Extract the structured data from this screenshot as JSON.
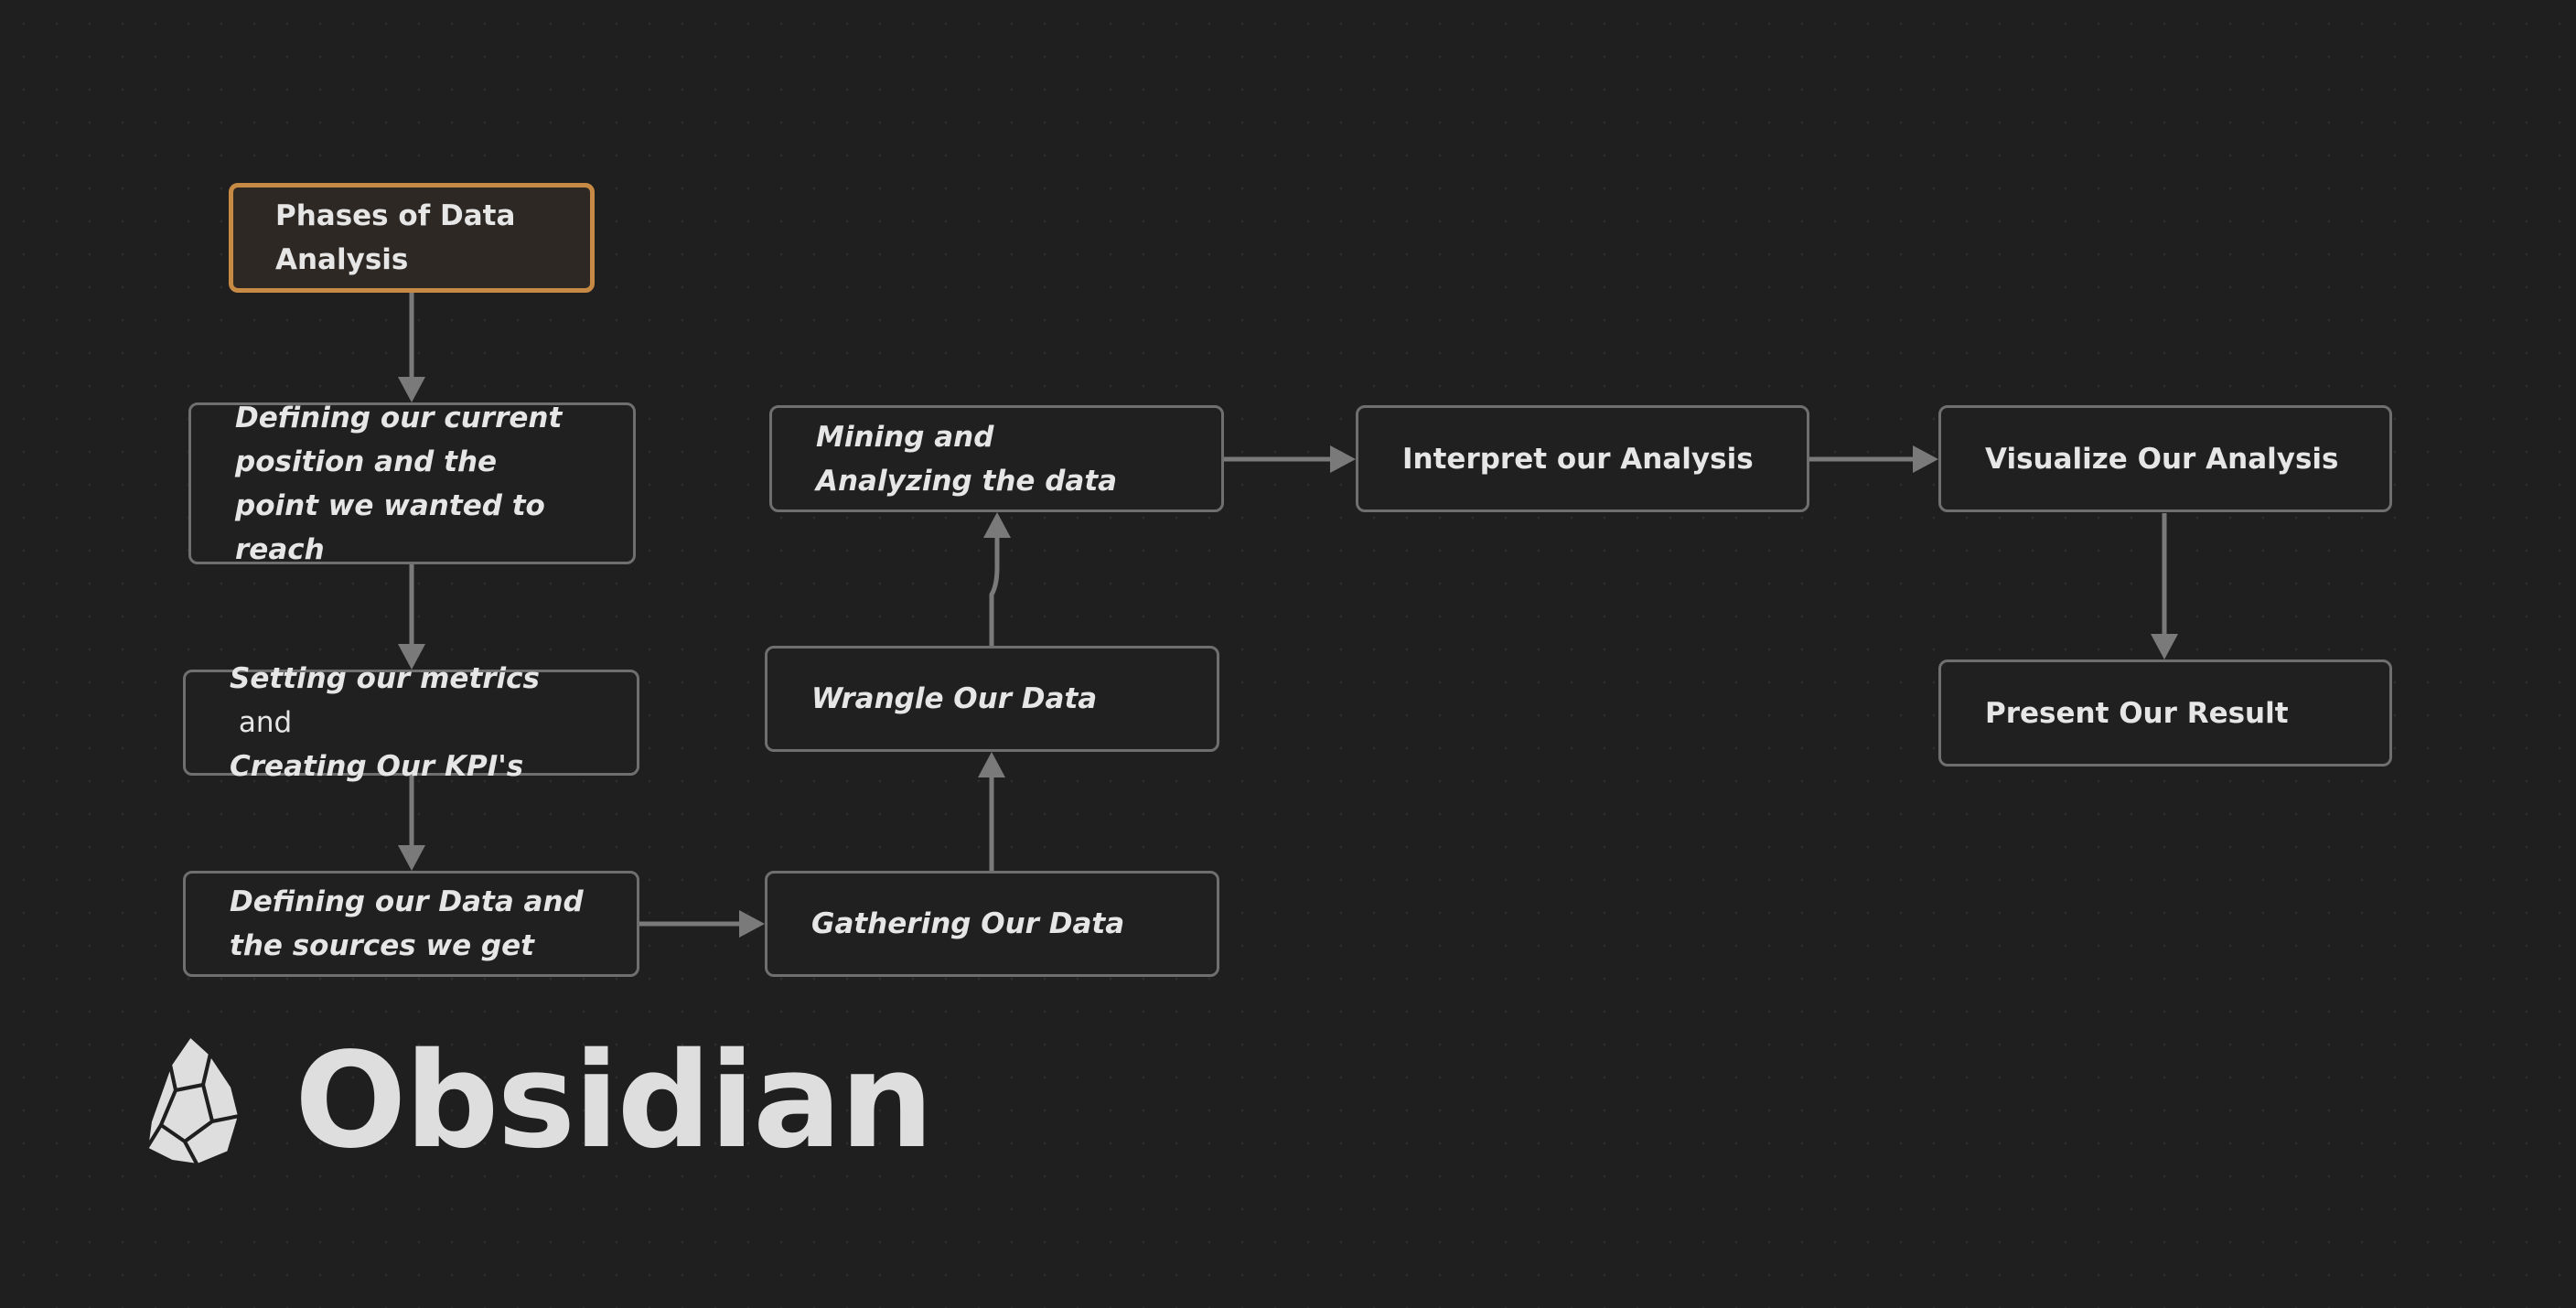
{
  "nodes": {
    "phases": {
      "label": "Phases of Data Analysis"
    },
    "define_position": {
      "label": "Defining our current position and the point we wanted to reach"
    },
    "metrics": {
      "part1": "Setting our metrics",
      "part2": " and ",
      "part3": "Creating Our KPI's"
    },
    "define_data": {
      "label": "Defining our Data and the sources we get"
    },
    "gathering": {
      "label": "Gathering Our Data"
    },
    "wrangle": {
      "label": "Wrangle Our Data"
    },
    "mining": {
      "label": "Mining and Analyzing the data"
    },
    "interpret": {
      "label": "Interpret our Analysis"
    },
    "visualize": {
      "label": "Visualize Our Analysis"
    },
    "present": {
      "label": "Present Our Result"
    }
  },
  "brand": {
    "name": "Obsidian",
    "icon": "obsidian-logo-icon"
  },
  "colors": {
    "background": "#1f1f1f",
    "node_border": "#6f6f6f",
    "title_border": "#c68a45",
    "edge": "#7a7a7a",
    "text": "#e6e6e6"
  }
}
